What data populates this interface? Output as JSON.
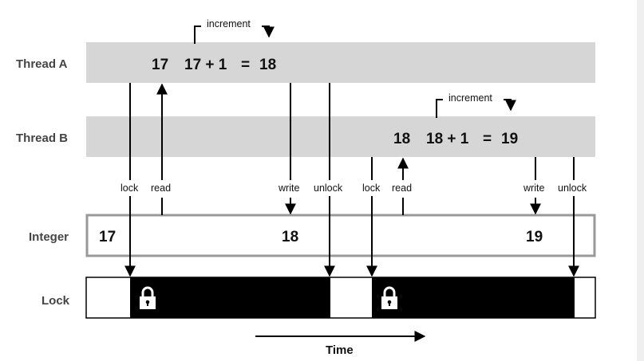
{
  "labels": {
    "thread_a": "Thread A",
    "thread_b": "Thread B",
    "integer": "Integer",
    "lock": "Lock"
  },
  "thread_a": {
    "read_value": "17",
    "expr_left": "17 + 1",
    "equals": "=",
    "result": "18",
    "increment": "increment"
  },
  "thread_b": {
    "read_value": "18",
    "expr_left": "18 + 1",
    "equals": "=",
    "result": "19",
    "increment": "increment"
  },
  "events": {
    "a_lock": "lock",
    "a_read": "read",
    "a_write": "write",
    "a_unlock": "unlock",
    "b_lock": "lock",
    "b_read": "read",
    "b_write": "write",
    "b_unlock": "unlock"
  },
  "integer_values": {
    "initial": "17",
    "after_a": "18",
    "after_b": "19"
  },
  "time_label": "Time",
  "colors": {
    "thread_bar": "#d6d6d6",
    "integer_border": "#999999",
    "lock_held": "#000000",
    "lock_free": "#ffffff",
    "arrow": "#000000"
  }
}
